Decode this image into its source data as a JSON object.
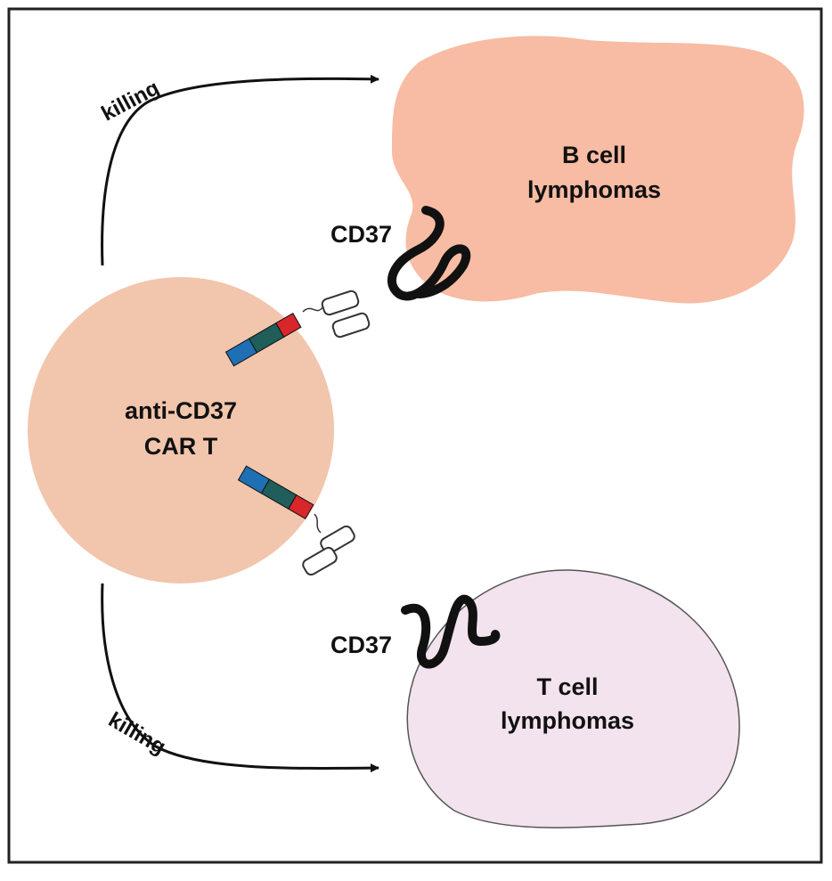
{
  "cells": {
    "car_t": {
      "line1": "anti-CD37",
      "line2": "CAR T",
      "color": "#f2c5ad"
    },
    "b_cell": {
      "line1": "B cell",
      "line2": "lymphomas",
      "color": "#f7bca3"
    },
    "t_cell": {
      "line1": "T cell",
      "line2": "lymphomas",
      "color": "#f3e3ee"
    }
  },
  "markers": {
    "b_cd37": "CD37",
    "t_cd37": "CD37"
  },
  "arrows": {
    "top_label": "killing",
    "bottom_label": "killing"
  },
  "car_colors": {
    "blue": "#1f6fb5",
    "green": "#1f5e5a",
    "red": "#d8262b"
  }
}
